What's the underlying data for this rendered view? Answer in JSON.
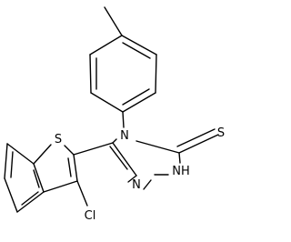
{
  "molecule": {
    "atoms": {
      "sulfur_thione": "S",
      "sulfur_thiophene": "S",
      "nitrogen_n4": "N",
      "nitrogen_n1": "N",
      "nitrogen_nh": "NH",
      "chlorine": "Cl"
    },
    "colors": {
      "bonds": "#000000",
      "labels": "#000000",
      "background": "#ffffff"
    }
  }
}
